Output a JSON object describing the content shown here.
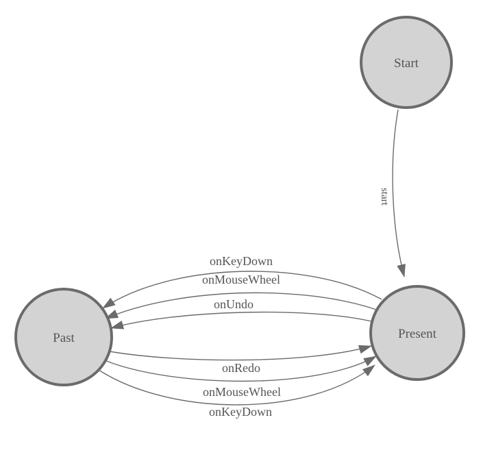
{
  "diagram": {
    "colors": {
      "background": "#ffffff",
      "node_fill": "#d3d3d3",
      "node_stroke": "#6b6b6b",
      "edge_stroke": "#6b6b6b",
      "arrow_fill": "#6b6b6b",
      "label_text": "#555555"
    },
    "nodes": [
      {
        "id": "start",
        "label": "Start"
      },
      {
        "id": "present",
        "label": "Present"
      },
      {
        "id": "past",
        "label": "Past"
      }
    ],
    "edges": [
      {
        "from": "Start",
        "to": "Present",
        "label": "start"
      },
      {
        "from": "Present",
        "to": "Past",
        "label": "onKeyDown"
      },
      {
        "from": "Present",
        "to": "Past",
        "label": "onMouseWheel"
      },
      {
        "from": "Present",
        "to": "Past",
        "label": "onUndo"
      },
      {
        "from": "Past",
        "to": "Present",
        "label": "onRedo"
      },
      {
        "from": "Past",
        "to": "Present",
        "label": "onMouseWheel"
      },
      {
        "from": "Past",
        "to": "Present",
        "label": "onKeyDown"
      }
    ]
  }
}
